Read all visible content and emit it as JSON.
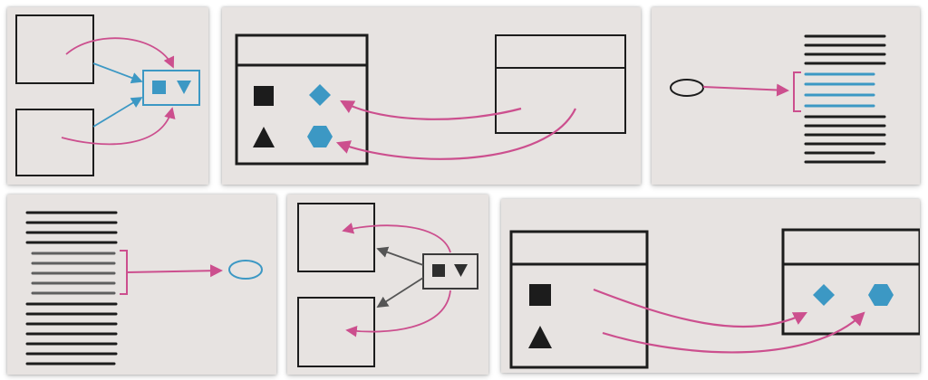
{
  "colors": {
    "background": "#e7e3e1",
    "ink": "#1c1c1c",
    "magenta": "#cc4f8e",
    "teal": "#3c98c4",
    "gray": "#6b6b6b"
  },
  "panels": [
    {
      "id": "p1",
      "description_icons": [
        "square-icon",
        "triangle-down-icon"
      ]
    },
    {
      "id": "p2",
      "description_icons": [
        "square-icon",
        "triangle-icon",
        "diamond-icon",
        "hexagon-icon"
      ]
    },
    {
      "id": "p3",
      "description_icons": [
        "oval-icon",
        "bracket-icon"
      ]
    },
    {
      "id": "p4",
      "description_icons": [
        "bracket-icon",
        "oval-icon"
      ]
    },
    {
      "id": "p5",
      "description_icons": [
        "square-icon",
        "triangle-down-icon"
      ]
    },
    {
      "id": "p6",
      "description_icons": [
        "square-icon",
        "triangle-icon",
        "diamond-icon",
        "hexagon-icon"
      ]
    }
  ]
}
